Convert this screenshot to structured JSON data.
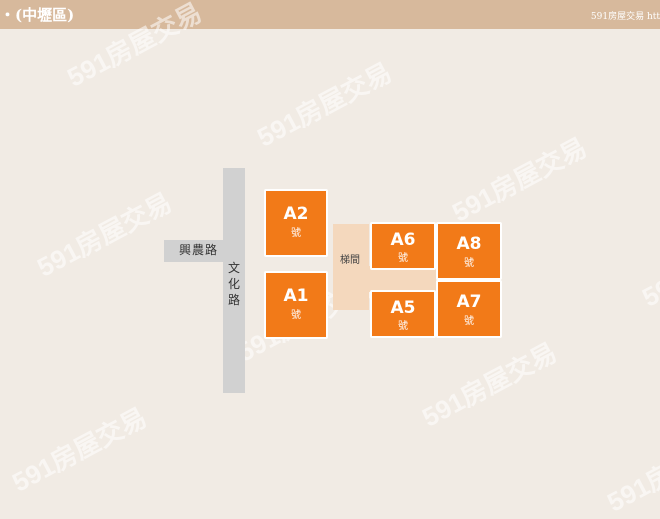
{
  "header": {
    "title": "・(中壢區)",
    "brand": "591房屋交易 htt"
  },
  "roads": {
    "horizontal_label": "興農路",
    "vertical_label": "文化路"
  },
  "stairwell": {
    "label": "梯間"
  },
  "units": {
    "a2": {
      "code": "A2",
      "suffix": "號"
    },
    "a1": {
      "code": "A1",
      "suffix": "號"
    },
    "a6": {
      "code": "A6",
      "suffix": "號"
    },
    "a8": {
      "code": "A8",
      "suffix": "號"
    },
    "a5": {
      "code": "A5",
      "suffix": "號"
    },
    "a7": {
      "code": "A7",
      "suffix": "號"
    }
  },
  "watermark": {
    "text": "591房屋交易"
  },
  "colors": {
    "header_bg": "#d7b99c",
    "unit_bg": "#f27a18",
    "road_bg": "#d1d1d1",
    "stair_bg": "#f4d8bd",
    "page_bg": "#f1ebe4"
  }
}
